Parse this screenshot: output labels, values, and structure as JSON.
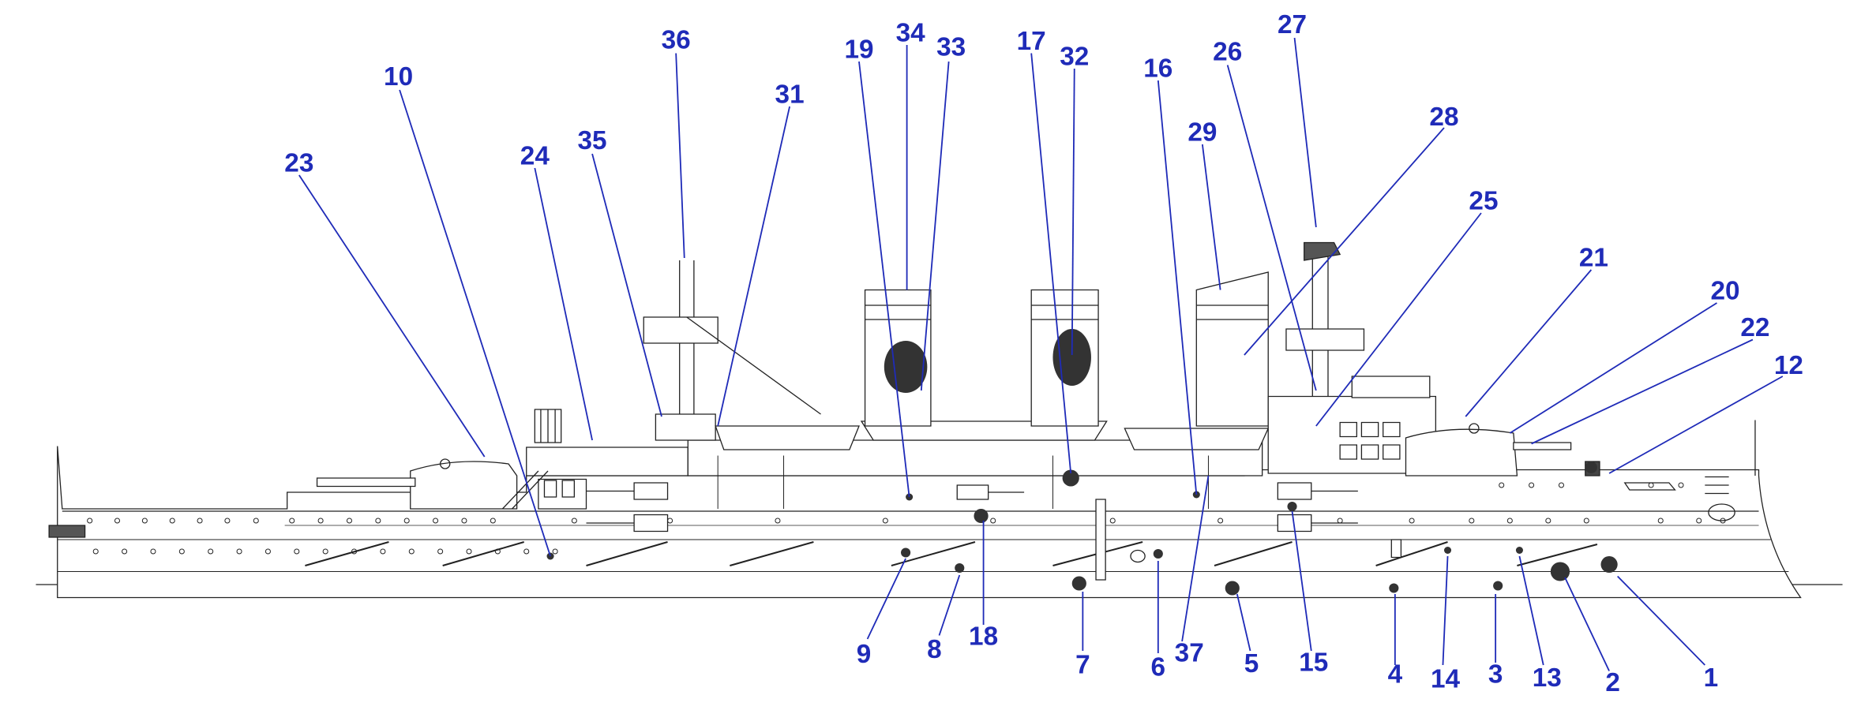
{
  "colors": {
    "callout": "#1f2bb8",
    "label": "#1f2bb8",
    "ink": "#222222",
    "damage": "#333333"
  },
  "callouts": [
    {
      "id": "c1",
      "text": "1"
    },
    {
      "id": "c2",
      "text": "2"
    },
    {
      "id": "c3",
      "text": "3"
    },
    {
      "id": "c4",
      "text": "4"
    },
    {
      "id": "c5",
      "text": "5"
    },
    {
      "id": "c6",
      "text": "6"
    },
    {
      "id": "c7",
      "text": "7"
    },
    {
      "id": "c8",
      "text": "8"
    },
    {
      "id": "c9",
      "text": "9"
    },
    {
      "id": "c10",
      "text": "10"
    },
    {
      "id": "c12",
      "text": "12"
    },
    {
      "id": "c13",
      "text": "13"
    },
    {
      "id": "c14",
      "text": "14"
    },
    {
      "id": "c15",
      "text": "15"
    },
    {
      "id": "c16",
      "text": "16"
    },
    {
      "id": "c17",
      "text": "17"
    },
    {
      "id": "c18",
      "text": "18"
    },
    {
      "id": "c19",
      "text": "19"
    },
    {
      "id": "c20",
      "text": "20"
    },
    {
      "id": "c21",
      "text": "21"
    },
    {
      "id": "c22",
      "text": "22"
    },
    {
      "id": "c23",
      "text": "23"
    },
    {
      "id": "c24",
      "text": "24"
    },
    {
      "id": "c25",
      "text": "25"
    },
    {
      "id": "c26",
      "text": "26"
    },
    {
      "id": "c27",
      "text": "27"
    },
    {
      "id": "c28",
      "text": "28"
    },
    {
      "id": "c29",
      "text": "29"
    },
    {
      "id": "c31",
      "text": "31"
    },
    {
      "id": "c32",
      "text": "32"
    },
    {
      "id": "c33",
      "text": "33"
    },
    {
      "id": "c34",
      "text": "34"
    },
    {
      "id": "c35",
      "text": "35"
    },
    {
      "id": "c36",
      "text": "36"
    },
    {
      "id": "c37",
      "text": "37"
    }
  ]
}
